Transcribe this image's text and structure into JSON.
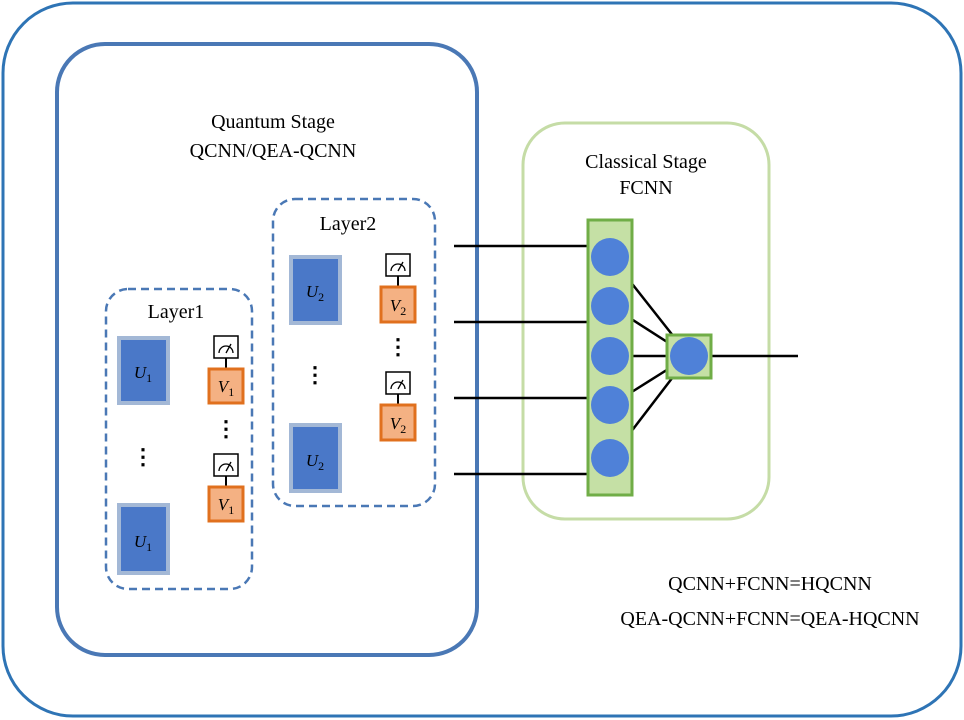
{
  "quantum_stage": {
    "title": "Quantum Stage",
    "subtitle": "QCNN/QEA-QCNN",
    "layer1": {
      "label": "Layer1",
      "unitary_symbol": "U",
      "unitary_index": "1",
      "measure_symbol": "V",
      "measure_index": "1",
      "ellipsis": "⋮"
    },
    "layer2": {
      "label": "Layer2",
      "unitary_symbol": "U",
      "unitary_index": "2",
      "measure_symbol": "V",
      "measure_index": "2",
      "ellipsis": "⋮"
    }
  },
  "classical_stage": {
    "title": "Classical Stage",
    "subtitle": "FCNN",
    "hidden_nodes": 5,
    "output_nodes": 1
  },
  "equations": {
    "line1": "QCNN+FCNN=HQCNN",
    "line2": "QEA-QCNN+FCNN=QEA-HQCNN"
  },
  "colors": {
    "outer_border": "#2e74b5",
    "quantum_border": "#4a78b5",
    "unitary_fill": "#4a78c8",
    "unitary_border": "#a3b8d6",
    "measure_fill": "#f4b183",
    "measure_border": "#e0701e",
    "classical_border": "#c5dca6",
    "layer_fill": "#c5e0a5",
    "layer_border": "#70ad47",
    "node_fill": "#4f81d8"
  }
}
